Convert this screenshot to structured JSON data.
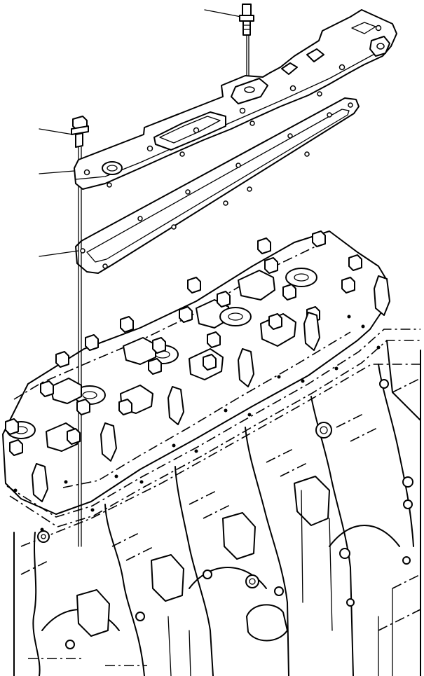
{
  "diagram": {
    "parts": [
      {
        "id": "mounting-stud"
      },
      {
        "id": "cover-bolt"
      },
      {
        "id": "cylinder-head-cover"
      },
      {
        "id": "cover-gasket"
      }
    ]
  }
}
